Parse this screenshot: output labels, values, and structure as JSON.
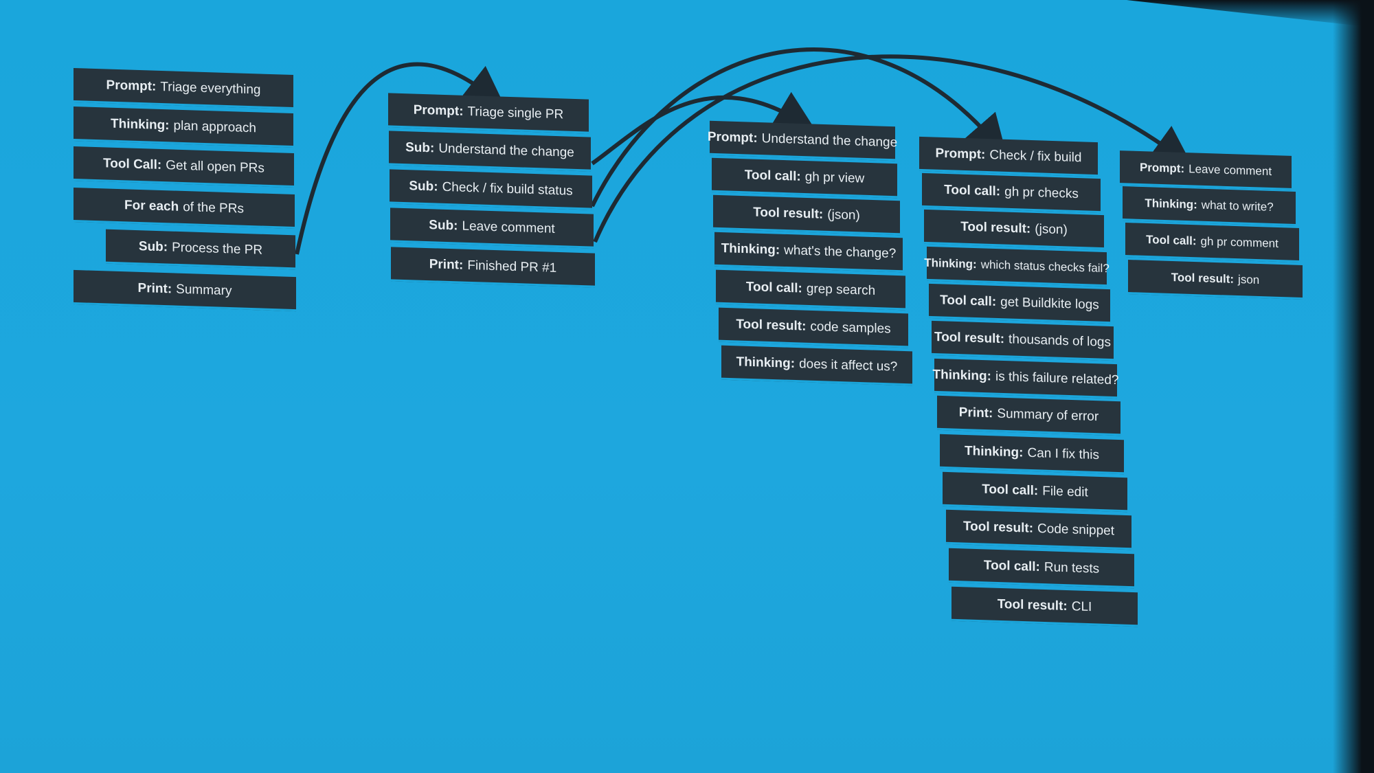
{
  "columns": [
    {
      "id": "main",
      "boxes": [
        {
          "label": "Prompt:",
          "text": "Triage everything"
        },
        {
          "label": "Thinking:",
          "text": "plan approach"
        },
        {
          "label": "Tool Call:",
          "text": "Get all open PRs"
        },
        {
          "label": "For each",
          "text": "of the PRs"
        },
        {
          "label": "Sub:",
          "text": "Process the PR"
        },
        {
          "label": "Print:",
          "text": "Summary"
        }
      ]
    },
    {
      "id": "process-pr",
      "boxes": [
        {
          "label": "Prompt:",
          "text": "Triage single PR"
        },
        {
          "label": "Sub:",
          "text": "Understand the change"
        },
        {
          "label": "Sub:",
          "text": "Check / fix build status"
        },
        {
          "label": "Sub:",
          "text": "Leave comment"
        },
        {
          "label": "Print:",
          "text": "Finished PR #1"
        }
      ]
    },
    {
      "id": "understand-change",
      "boxes": [
        {
          "label": "Prompt:",
          "text": "Understand the change"
        },
        {
          "label": "Tool call:",
          "text": "gh pr view"
        },
        {
          "label": "Tool result:",
          "text": "(json)"
        },
        {
          "label": "Thinking:",
          "text": "what's the change?"
        },
        {
          "label": "Tool call:",
          "text": "grep search"
        },
        {
          "label": "Tool result:",
          "text": "code samples"
        },
        {
          "label": "Thinking:",
          "text": "does it affect us?"
        }
      ]
    },
    {
      "id": "check-build",
      "boxes": [
        {
          "label": "Prompt:",
          "text": "Check / fix build"
        },
        {
          "label": "Tool call:",
          "text": "gh pr checks"
        },
        {
          "label": "Tool result:",
          "text": "(json)"
        },
        {
          "label": "Thinking:",
          "text": "which status checks fail?"
        },
        {
          "label": "Tool call:",
          "text": "get Buildkite logs"
        },
        {
          "label": "Tool result:",
          "text": "thousands of logs"
        },
        {
          "label": "Thinking:",
          "text": "is this failure related?"
        },
        {
          "label": "Print:",
          "text": "Summary of error"
        },
        {
          "label": "Thinking:",
          "text": "Can I fix this"
        },
        {
          "label": "Tool call:",
          "text": "File edit"
        },
        {
          "label": "Tool result:",
          "text": "Code snippet"
        },
        {
          "label": "Tool call:",
          "text": "Run tests"
        },
        {
          "label": "Tool result:",
          "text": "CLI"
        }
      ]
    },
    {
      "id": "leave-comment",
      "boxes": [
        {
          "label": "Prompt:",
          "text": "Leave comment"
        },
        {
          "label": "Thinking:",
          "text": "what to write?"
        },
        {
          "label": "Tool call:",
          "text": "gh pr comment"
        },
        {
          "label": "Tool result:",
          "text": "json"
        }
      ]
    }
  ],
  "colors": {
    "background": "#1aa6dc",
    "box": "#27343d",
    "text": "#e8eef2",
    "arrow": "#1e2a33"
  }
}
